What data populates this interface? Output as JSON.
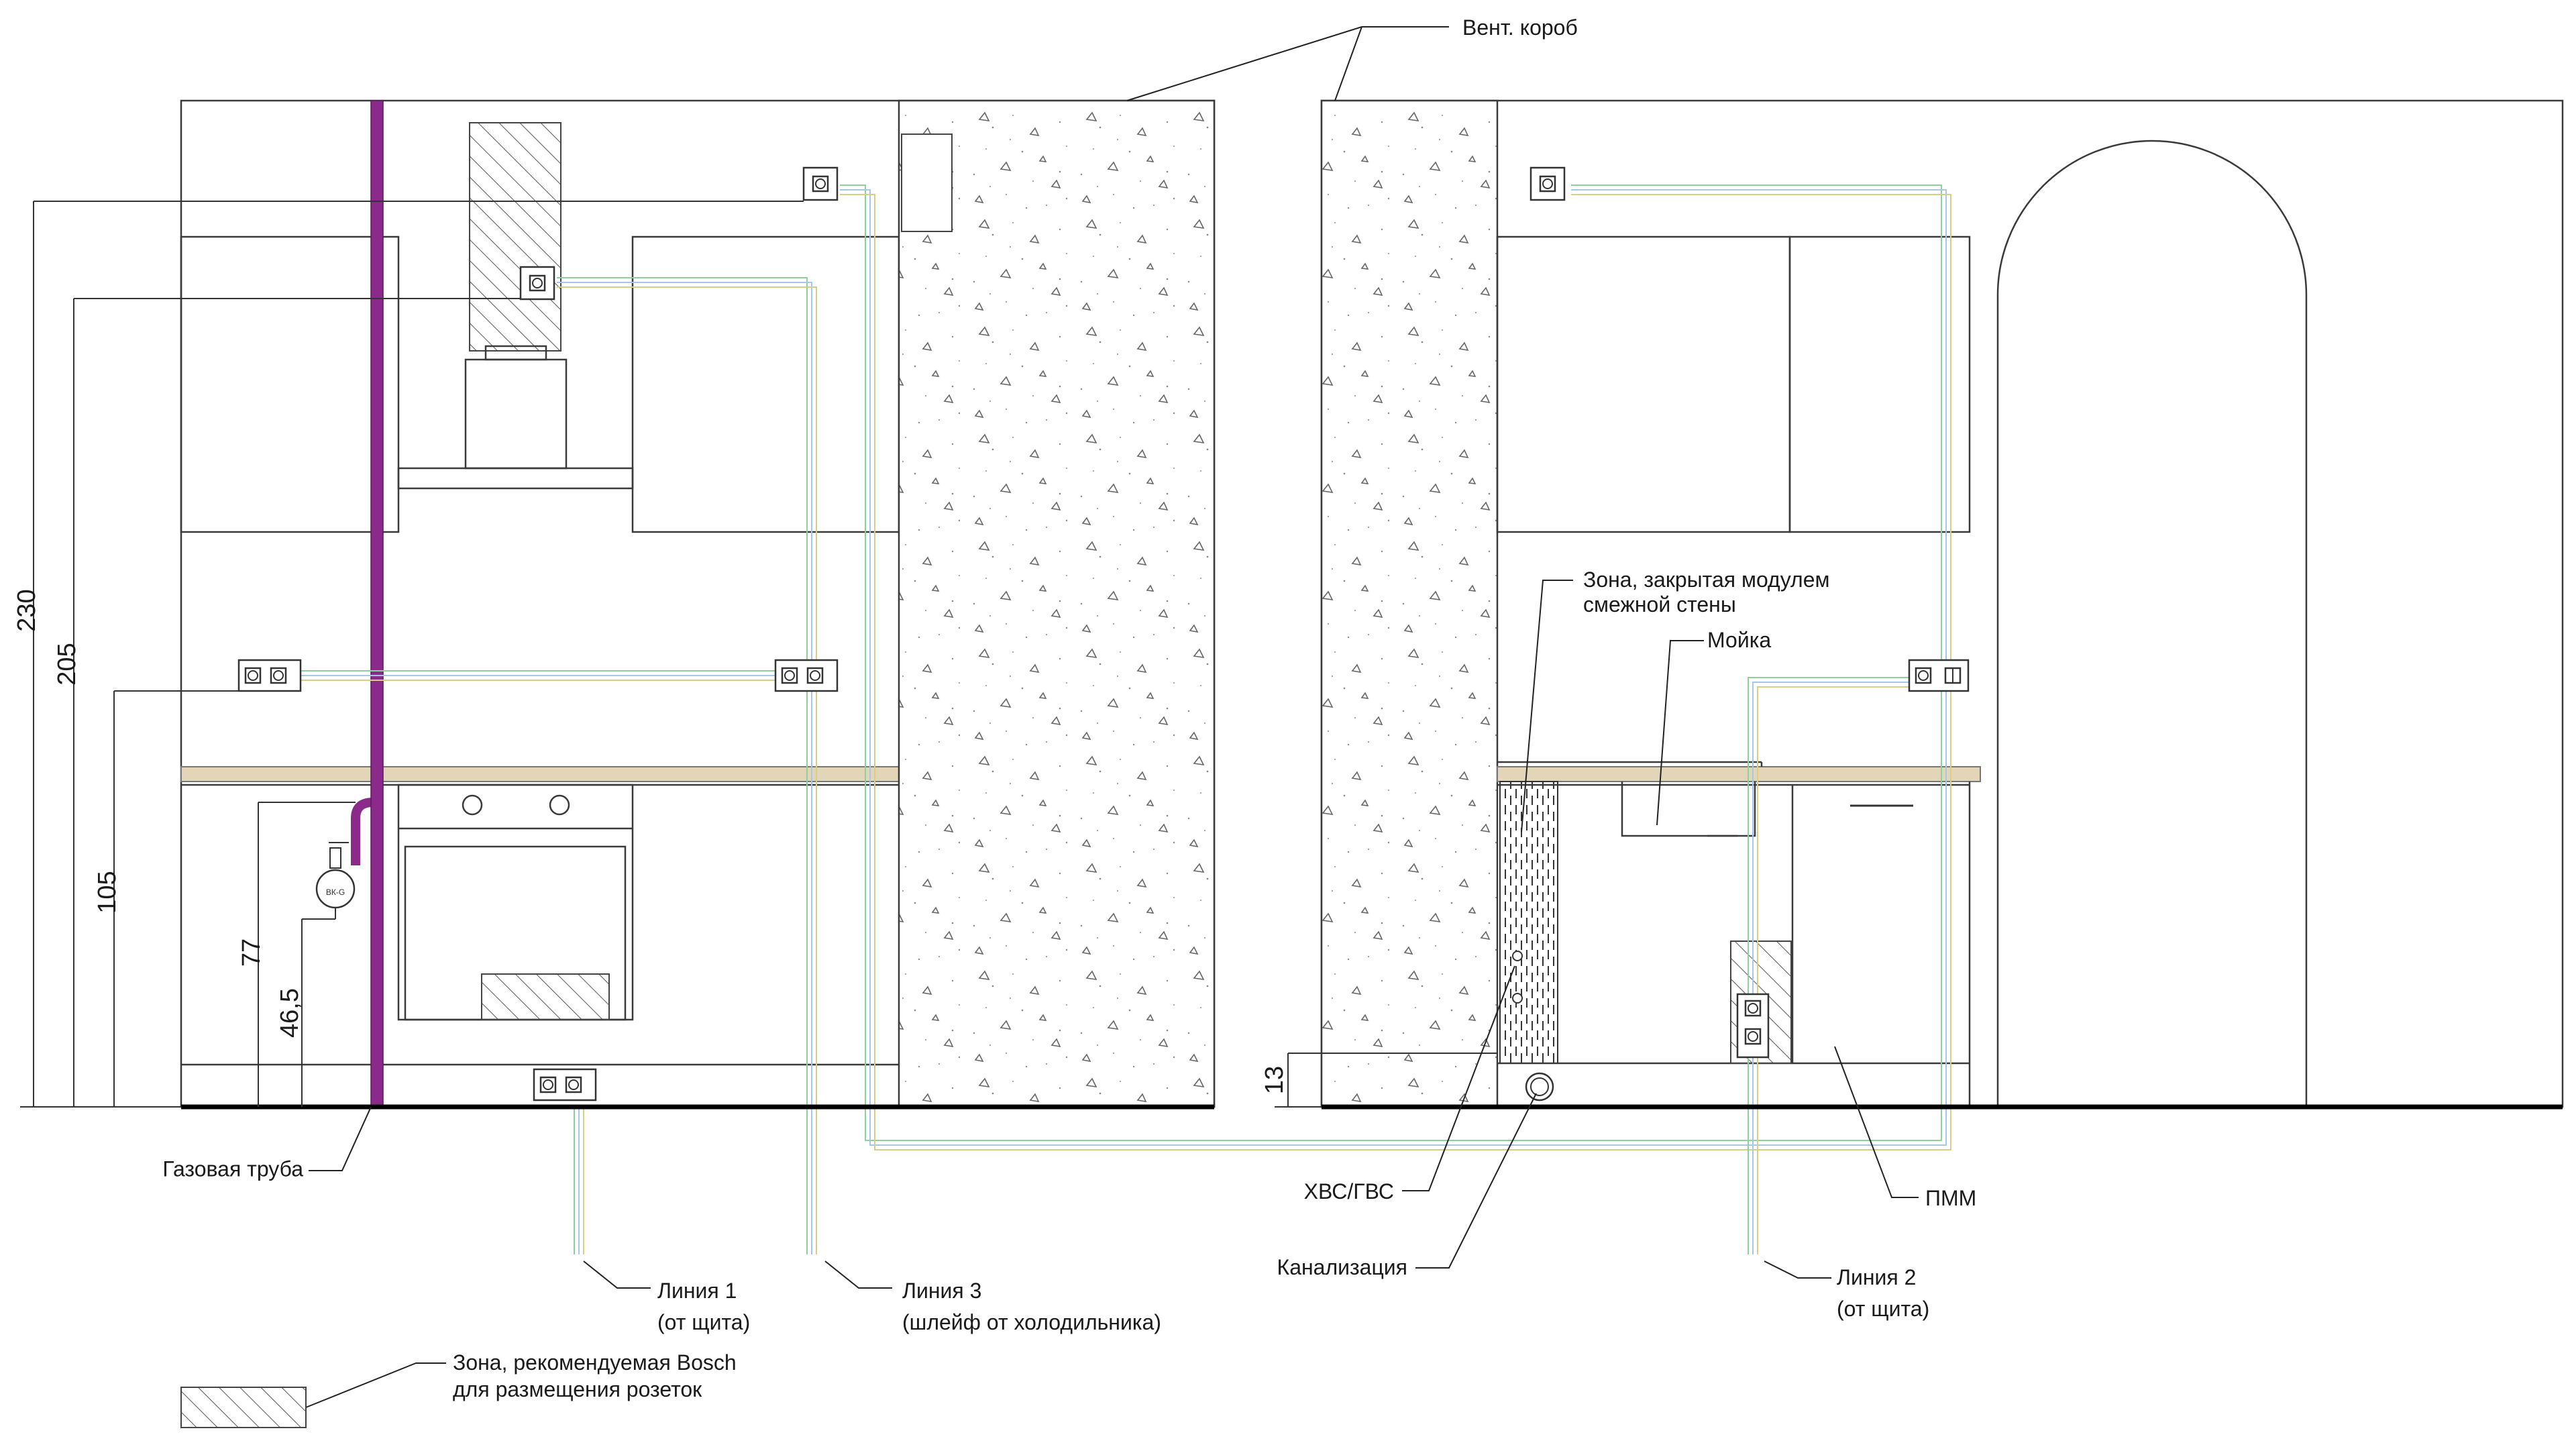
{
  "labels": {
    "vent_box": "Вент. короб",
    "gas_pipe": "Газовая труба",
    "line1_a": "Линия 1",
    "line1_b": "(от щита)",
    "line3_a": "Линия 3",
    "line3_b": "(шлейф от холодильника)",
    "line2_a": "Линия 2",
    "line2_b": "(от щита)",
    "hvs_gvs": "ХВС/ГВС",
    "sewer": "Канализация",
    "dishwasher": "ПММ",
    "sink": "Мойка",
    "zone_closed_a": "Зона, закрытая модулем",
    "zone_closed_b": "смежной стены",
    "legend_a": "Зона, рекомендуемая Bosch",
    "legend_b": "для размещения розеток",
    "meter": "ВК-G"
  },
  "dimensions": {
    "d230": "230",
    "d205": "205",
    "d105": "105",
    "d77": "77",
    "d46": "46,5",
    "d13": "13"
  },
  "colors": {
    "gas_pipe": "#8b2a8b",
    "countertop": "#e3d6b8",
    "wire_green": "#8fd19e",
    "wire_blue": "#a6c8e6",
    "wire_yellow": "#d8cf86",
    "floor": "#000000"
  }
}
